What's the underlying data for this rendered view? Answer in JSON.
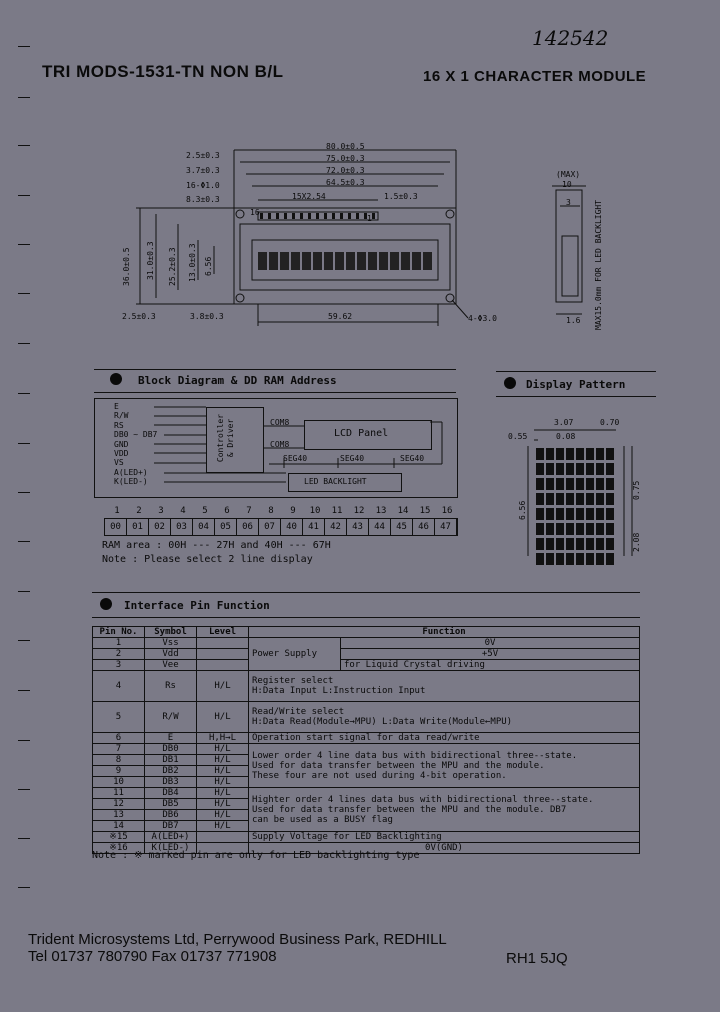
{
  "handwritten_note": "142542",
  "header": {
    "left_title": "TRI MODS-1531-TN NON B/L",
    "right_title": "16 X 1 CHARACTER MODULE"
  },
  "mechanical": {
    "dims_top": [
      "2.5±0.3",
      "3.7±0.3",
      "16-Φ1.0",
      "8.3±0.3",
      "80.0±0.5",
      "75.0±0.3",
      "72.0±0.3",
      "64.5±0.3",
      "15X2.54",
      "1.5±0.3"
    ],
    "dims_left": [
      "36.0±0.5",
      "31.0±0.3",
      "25.2±0.3",
      "13.0±0.3",
      "6.56"
    ],
    "dims_bottom": [
      "2.5±0.3",
      "3.8±0.3",
      "59.62",
      "4-Φ3.0"
    ],
    "label_16": "16",
    "label_1": "1",
    "side_dims": [
      "(MAX)",
      "10",
      "3",
      "1.6"
    ],
    "side_note": "MAX15.0mm FOR LED BACKLIGHT"
  },
  "block_diagram": {
    "title": "Block Diagram & DD RAM Address",
    "signals": [
      "E",
      "R/W",
      "RS",
      "DB0 ~ DB7",
      "GND",
      "VDD",
      "VS",
      "A(LED+)",
      "K(LED-)"
    ],
    "controller": "Controller & Driver",
    "com8a": "COM8",
    "com8b": "COM8",
    "panel": "LCD Panel",
    "seg": [
      "SEG40",
      "SEG40",
      "SEG40"
    ],
    "backlight": "LED BACKLIGHT",
    "positions": [
      "1",
      "2",
      "3",
      "4",
      "5",
      "6",
      "7",
      "8",
      "9",
      "10",
      "11",
      "12",
      "13",
      "14",
      "15",
      "16"
    ],
    "addresses": [
      "00",
      "01",
      "02",
      "03",
      "04",
      "05",
      "06",
      "07",
      "40",
      "41",
      "42",
      "43",
      "44",
      "45",
      "46",
      "47"
    ],
    "note1": "RAM area : 00H --- 27H and 40H --- 67H",
    "note2": "Note : Please select 2 line display"
  },
  "display_pattern": {
    "title": "Display Pattern",
    "dims": [
      "3.07",
      "0.70",
      "0.55",
      "0.08",
      "0.75",
      "6.56",
      "2.08"
    ]
  },
  "interface": {
    "title": "Interface Pin Function",
    "headers": [
      "Pin No.",
      "Symbol",
      "Level",
      "Function"
    ],
    "rows": [
      {
        "pin": "1",
        "sym": "Vss",
        "lvl": ""
      },
      {
        "pin": "2",
        "sym": "Vdd",
        "lvl": ""
      },
      {
        "pin": "3",
        "sym": "Vee",
        "lvl": ""
      },
      {
        "pin": "4",
        "sym": "Rs",
        "lvl": "H/L"
      },
      {
        "pin": "5",
        "sym": "R/W",
        "lvl": "H/L"
      },
      {
        "pin": "6",
        "sym": "E",
        "lvl": "H,H→L"
      },
      {
        "pin": "7",
        "sym": "DB0",
        "lvl": "H/L"
      },
      {
        "pin": "8",
        "sym": "DB1",
        "lvl": "H/L"
      },
      {
        "pin": "9",
        "sym": "DB2",
        "lvl": "H/L"
      },
      {
        "pin": "10",
        "sym": "DB3",
        "lvl": "H/L"
      },
      {
        "pin": "11",
        "sym": "DB4",
        "lvl": "H/L"
      },
      {
        "pin": "12",
        "sym": "DB5",
        "lvl": "H/L"
      },
      {
        "pin": "13",
        "sym": "DB6",
        "lvl": "H/L"
      },
      {
        "pin": "14",
        "sym": "DB7",
        "lvl": "H/L"
      },
      {
        "pin": "※15",
        "sym": "A(LED+)",
        "lvl": ""
      },
      {
        "pin": "※16",
        "sym": "K(LED-)",
        "lvl": ""
      }
    ],
    "power_supply": "Power Supply",
    "v0": "0V",
    "v5": "+5V",
    "lcd_drive": "for Liquid Crystal driving",
    "rs_1": "Register select",
    "rs_2": "H:Data Input    L:Instruction Input",
    "rw_1": "Read/Write select",
    "rw_2": "H:Data Read(Module→MPU)   L:Data Write(Module←MPU)",
    "e_1": "Operation start signal for data read/write",
    "low_1": "Lower order 4 line data bus with bidirectional three--state.",
    "low_2": "Used for data transfer between the MPU and the module.",
    "low_3": "These four are not used during 4-bit operation.",
    "high_1": "Highter order 4 lines data bus with bidirectional three--state.",
    "high_2": "Used for data transfer between the MPU and the module. DB7",
    "high_3": "can be used as a BUSY flag",
    "led_1": "Supply Voltage for LED Backlighting",
    "led_2": "0V(GND)",
    "note": "Note : ※ marked pin are only for LED backlighting type"
  },
  "footer": {
    "line1": "Trident Microsystems Ltd, Perrywood Business Park, REDHILL",
    "line2": "Tel 01737 780790  Fax 01737 771908",
    "postcode": "RH1 5JQ"
  }
}
